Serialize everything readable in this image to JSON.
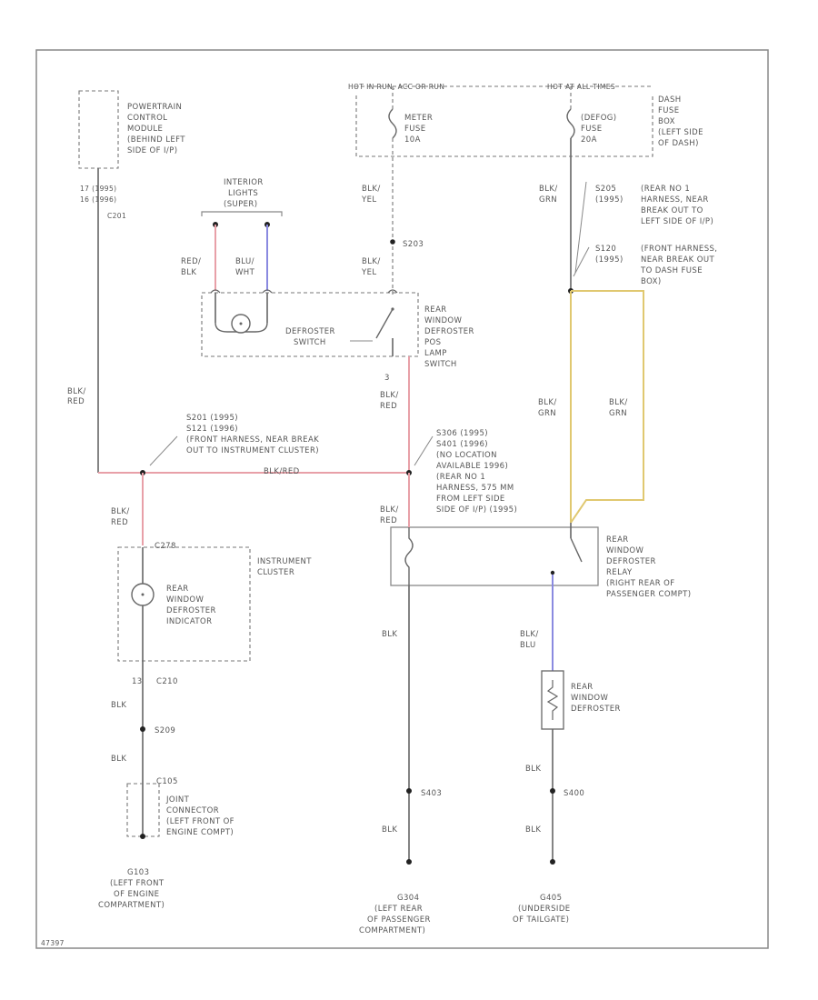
{
  "labels": {
    "hot_in_run": "HOT IN RUN, ACC OR RUN",
    "hot_all_times": "HOT AT ALL TIMES",
    "pcm": [
      "POWERTRAIN",
      "CONTROL",
      "MODULE",
      "(BEHIND LEFT",
      "SIDE OF I/P)"
    ],
    "pcm_pins": [
      "17  (1995)",
      "16  (1996)",
      "C201"
    ],
    "interior_lights": [
      "INTERIOR",
      "LIGHTS",
      "(SUPER)"
    ],
    "red_blk": [
      "RED/",
      "BLK"
    ],
    "blu_wht": [
      "BLU/",
      "WHT"
    ],
    "meter_fuse": [
      "METER",
      "FUSE",
      "10A"
    ],
    "defog_fuse": [
      "(DEFOG)",
      "FUSE",
      "20A"
    ],
    "dash_fuse_box": [
      "DASH",
      "FUSE",
      "BOX",
      "(LEFT SIDE",
      "OF DASH)"
    ],
    "blk_yel": [
      "BLK/",
      "YEL"
    ],
    "blk_yel2": [
      "BLK/",
      "YEL"
    ],
    "s203": "S203",
    "blk_grn_top": [
      "BLK/",
      "GRN"
    ],
    "s205": [
      "S205",
      "(1995)"
    ],
    "s205_desc": [
      "(REAR NO 1",
      "HARNESS, NEAR",
      "BREAK OUT TO",
      "LEFT SIDE OF I/P)"
    ],
    "s120": [
      "S120",
      "(1995)"
    ],
    "s120_desc": [
      "(FRONT HARNESS,",
      "NEAR BREAK OUT",
      "TO DASH FUSE",
      "BOX)"
    ],
    "defroster_switch": [
      "DEFROSTER",
      "SWITCH"
    ],
    "rear_defog_switch": [
      "REAR",
      "WINDOW",
      "DEFROSTER",
      "POS",
      "LAMP",
      "SWITCH"
    ],
    "pin3": "3",
    "blk_red_left": [
      "BLK/",
      "RED"
    ],
    "blk_red_mid": [
      "BLK/",
      "RED"
    ],
    "blk_grn_l": [
      "BLK/",
      "GRN"
    ],
    "blk_grn_r": [
      "BLK/",
      "GRN"
    ],
    "s201_desc": [
      "S201  (1995)",
      "S121  (1996)",
      "(FRONT HARNESS, NEAR BREAK",
      "OUT TO INSTRUMENT CLUSTER)"
    ],
    "blk_red_h": "BLK/RED",
    "s306_desc": [
      "S306  (1995)",
      "S401  (1996)",
      "(NO LOCATION",
      "AVAILABLE 1996)",
      "(REAR NO 1",
      "HARNESS, 575 MM",
      "FROM LEFT SIDE",
      "SIDE OF I/P) (1995)"
    ],
    "blk_red_low1": [
      "BLK/",
      "RED"
    ],
    "blk_red_low2": [
      "BLK/",
      "RED"
    ],
    "c278": "C278",
    "instrument_cluster": [
      "INSTRUMENT",
      "CLUSTER"
    ],
    "rear_defog_indicator": [
      "REAR",
      "WINDOW",
      "DEFROSTER",
      "INDICATOR"
    ],
    "relay": [
      "REAR",
      "WINDOW",
      "DEFROSTER",
      "RELAY",
      "(RIGHT REAR OF",
      "PASSENGER COMPT)"
    ],
    "blk_mid": "BLK",
    "blk_blu": [
      "BLK/",
      "BLU"
    ],
    "rear_defroster": [
      "REAR",
      "WINDOW",
      "DEFROSTER"
    ],
    "c210": [
      "13",
      "C210"
    ],
    "blk_a": "BLK",
    "s209": "S209",
    "blk_b": "BLK",
    "c105": "C105",
    "joint_connector": [
      "JOINT",
      "CONNECTOR",
      "(LEFT FRONT OF",
      "ENGINE COMPT)"
    ],
    "g103": [
      "G103",
      "(LEFT FRONT",
      "OF ENGINE",
      "COMPARTMENT)"
    ],
    "s403": "S403",
    "blk_c": "BLK",
    "g304": [
      "G304",
      "(LEFT REAR",
      "OF PASSENGER",
      "COMPARTMENT)"
    ],
    "blk_r1": "BLK",
    "s400": "S400",
    "blk_r2": "BLK",
    "g405": [
      "G405",
      "(UNDERSIDE",
      "OF TAILGATE)"
    ],
    "footer_id": "47397"
  },
  "colors": {
    "red": "#e8a0a8",
    "blue": "#8a8ae0",
    "yellow": "#e0c870",
    "wire": "#666666",
    "frame": "#888888"
  }
}
